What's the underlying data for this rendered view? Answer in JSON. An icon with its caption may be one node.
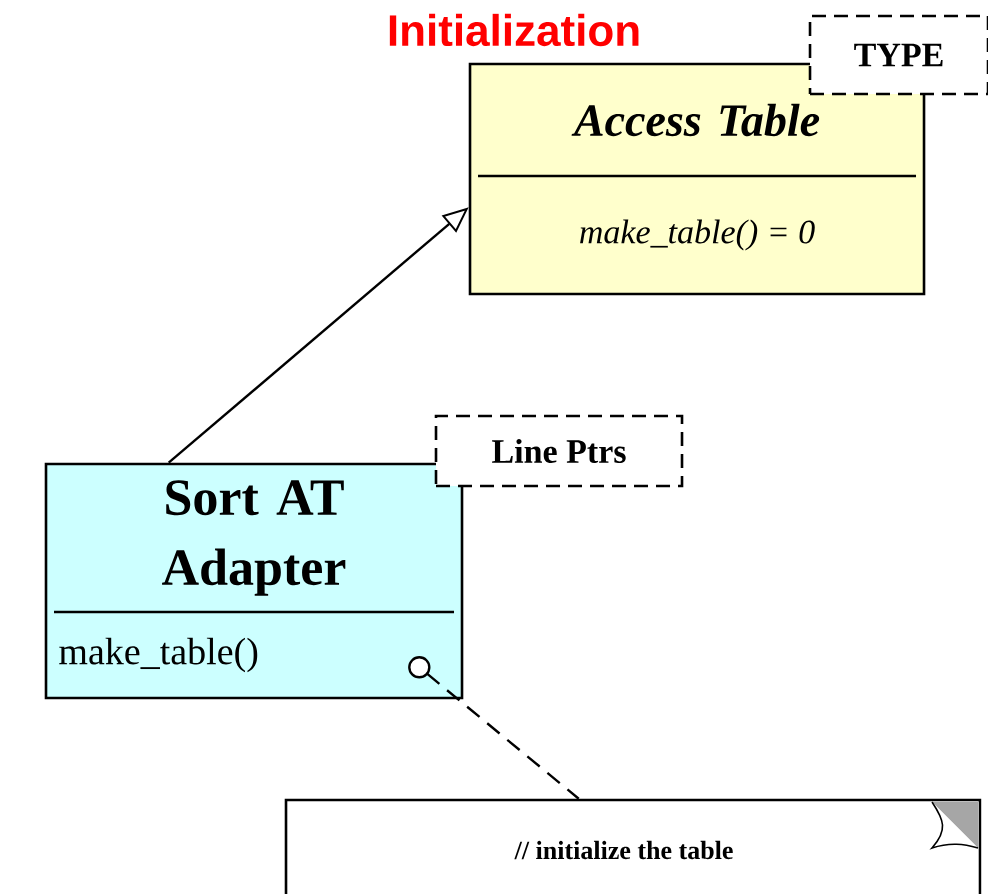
{
  "diagram": {
    "title": "Initialization",
    "nodes": [
      {
        "text": [
          "Access Table",
          "make_table() = 0"
        ]
      },
      {
        "text": [
          "TYPE"
        ]
      },
      {
        "text": [
          "Sort AT Adapter",
          "make_table()"
        ]
      },
      {
        "text": [
          "Line Ptrs"
        ]
      },
      {
        "text": [
          "// initialize the table"
        ]
      }
    ],
    "edges": [
      {
        "from": 2,
        "to": 0,
        "arrow": "to"
      },
      {
        "from": 2,
        "to": 4,
        "arrow": "other",
        "style": "dashed"
      }
    ]
  }
}
